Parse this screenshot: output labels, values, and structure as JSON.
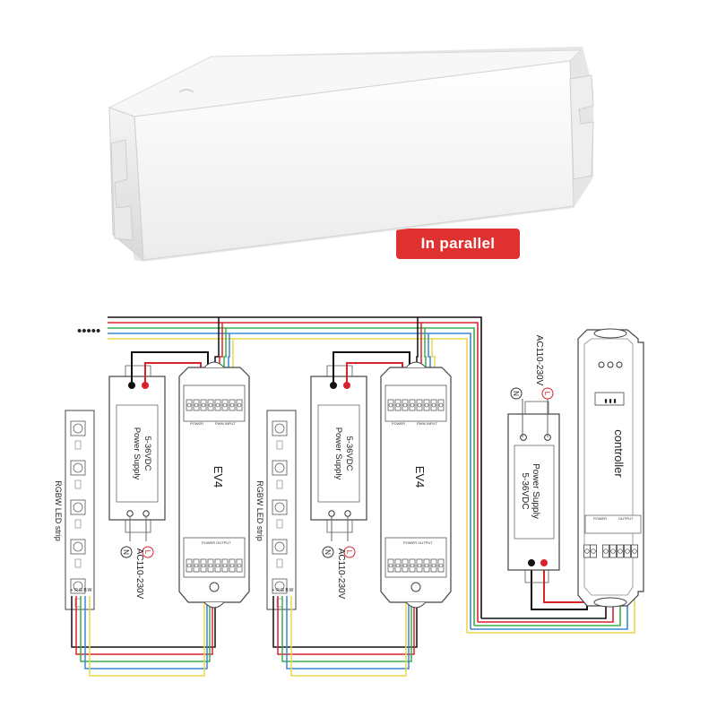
{
  "badge": "In parallel",
  "more_dots": "•••••",
  "strip_label": "RGBW LED strip",
  "strip_pins": [
    "+",
    "R",
    "G",
    "B",
    "W"
  ],
  "psu_label": "Power Supply",
  "psu_voltage": "5-36VDC",
  "ac_label": "AC110-230V",
  "n_symbol": "N",
  "l_symbol": "L",
  "repeater_name": "EV4",
  "controller_name": "controller",
  "terminal_power": "POWER",
  "terminal_pwm": "PWM INPUT",
  "terminal_output": "POWER OUTPUT",
  "ctrl_terminal_power": "POWER",
  "ctrl_terminal_output": "OUTPUT",
  "colors": {
    "red": "#d8232a",
    "black": "#111111",
    "green": "#3cae4a",
    "blue": "#3b86d8",
    "yellow": "#e8d84a",
    "gray": "#8a8a8a",
    "badge": "#e03131"
  }
}
